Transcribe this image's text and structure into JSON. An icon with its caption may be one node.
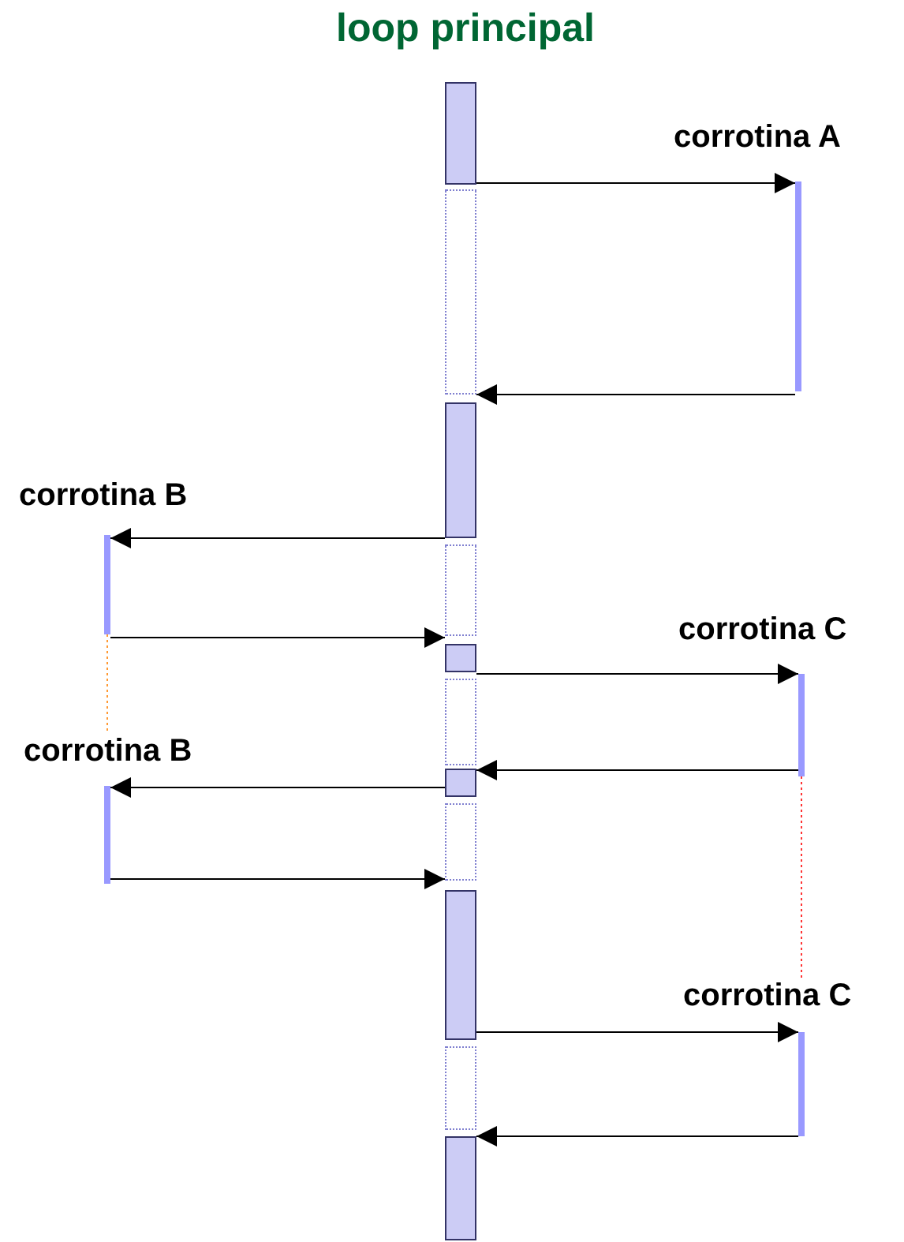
{
  "diagram": {
    "title": "loop principal",
    "nodes": [
      {
        "text": [],
        "shape": "box"
      },
      {
        "text": [],
        "shape": "box"
      },
      {
        "text": [],
        "shape": "box"
      },
      {
        "text": [],
        "shape": "box"
      },
      {
        "text": [],
        "shape": "box"
      },
      {
        "text": [],
        "shape": "box"
      },
      {
        "text": [],
        "shape": "box"
      },
      {
        "text": [],
        "shape": "box"
      },
      {
        "text": [],
        "shape": "box"
      },
      {
        "text": [],
        "shape": "box"
      },
      {
        "text": [],
        "shape": "box"
      },
      {
        "text": [
          "corrotina A"
        ]
      },
      {
        "text": [
          "corrotina B"
        ]
      },
      {
        "text": [
          "corrotina C"
        ]
      },
      {
        "text": [
          "corrotina B"
        ]
      },
      {
        "text": [
          "corrotina C"
        ]
      }
    ],
    "edges": [
      {
        "from": 0,
        "to": 11,
        "arrow": "to"
      },
      {
        "from": 11,
        "to": 2,
        "arrow": "to"
      },
      {
        "from": 2,
        "to": 12,
        "arrow": "to"
      },
      {
        "from": 12,
        "to": 4,
        "arrow": "to"
      },
      {
        "from": 4,
        "to": 13,
        "arrow": "to"
      },
      {
        "from": 13,
        "to": 6,
        "arrow": "to"
      },
      {
        "from": 6,
        "to": 14,
        "arrow": "to"
      },
      {
        "from": 14,
        "to": 8,
        "arrow": "to"
      },
      {
        "from": 8,
        "to": 15,
        "arrow": "to"
      },
      {
        "from": 15,
        "to": 10,
        "arrow": "to"
      },
      {
        "from": 12,
        "to": 14,
        "arrow": "none",
        "style": "dashed",
        "color": "#ff9933"
      },
      {
        "from": 13,
        "to": 15,
        "arrow": "none",
        "style": "dashed",
        "color": "#ff3333"
      }
    ]
  }
}
